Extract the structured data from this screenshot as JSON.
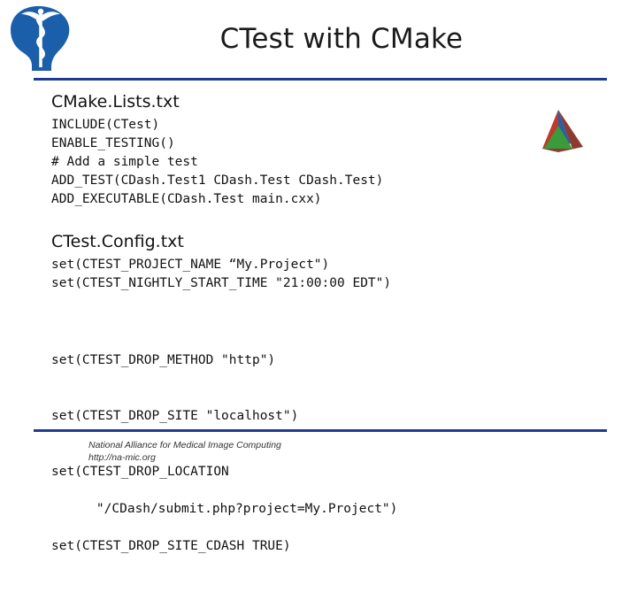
{
  "slide": {
    "title": "CTest with CMake",
    "accent_color": "#1f3a93",
    "sections": [
      {
        "heading": "CMake.Lists.txt",
        "code": "INCLUDE(CTest)\nENABLE_TESTING()\n# Add a simple test\nADD_TEST(CDash.Test1 CDash.Test CDash.Test)\nADD_EXECUTABLE(CDash.Test main.cxx)"
      },
      {
        "heading": "CTest.Config.txt",
        "code_block_1": "set(CTEST_PROJECT_NAME “My.Project\")\nset(CTEST_NIGHTLY_START_TIME \"21:00:00 EDT\")",
        "code_block_2_line1": "set(CTEST_DROP_METHOD \"http\")",
        "code_block_2_line2": "set(CTEST_DROP_SITE \"localhost\")",
        "code_block_2_line3": "set(CTEST_DROP_LOCATION",
        "code_block_2_line4": "\"/CDash/submit.php?project=My.Project\")",
        "code_block_2_line5": "set(CTEST_DROP_SITE_CDASH TRUE)"
      }
    ]
  },
  "footer": {
    "line1": "National Alliance for Medical Image Computing",
    "line2": "http://na-mic.org"
  },
  "graphics": {
    "logo_name": "na-mic-caduceus-logo",
    "logo_color": "#1b5faa",
    "pyramid_name": "colored-pyramid-graphic",
    "pyramid_colors": [
      "#c0392b",
      "#2e5fa3",
      "#3a9b3a",
      "#8e3b2f"
    ]
  }
}
